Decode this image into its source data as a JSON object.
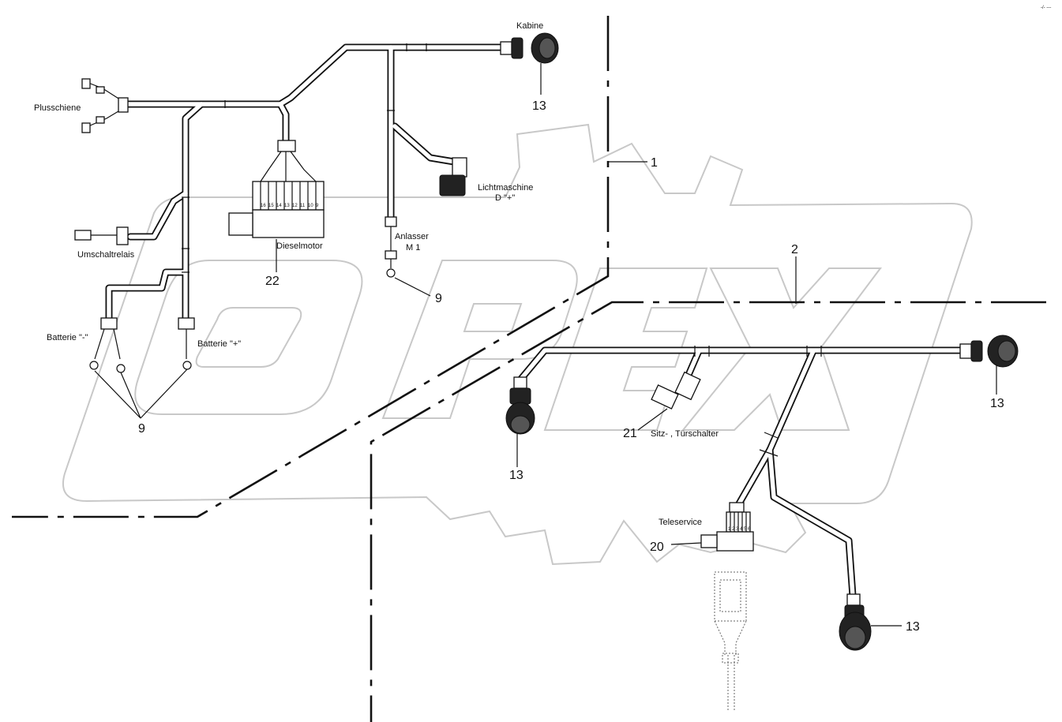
{
  "labels": {
    "kabine": "Kabine",
    "plusschiene": "Plusschiene",
    "lichtmaschine": "Lichtmaschine",
    "lichtmaschine_sub": "D \"+\"",
    "anlasser": "Anlasser",
    "anlasser_sub": "M 1",
    "dieselmotor": "Dieselmotor",
    "umschaltrelais": "Umschaltrelais",
    "batterie_minus": "Batterie \"-\"",
    "batterie_plus": "Batterie \"+\"",
    "sitz_tuerschalter": "Sitz- , Türschalter",
    "teleservice": "Teleservice"
  },
  "callouts": {
    "c1": "1",
    "c2": "2",
    "c9a": "9",
    "c9b": "9",
    "c13a": "13",
    "c13b": "13",
    "c13c": "13",
    "c13d": "13",
    "c20": "20",
    "c21": "21",
    "c22": "22"
  },
  "dieselmotor_pins": [
    "16",
    "15",
    "14",
    "13",
    "12",
    "11",
    "10",
    "9"
  ],
  "teleservice_pins": [
    "1",
    "2",
    "3",
    "4",
    "5",
    "6"
  ],
  "corner_mark": "-/- ---",
  "watermark": {
    "text": "OPEX",
    "color": "#c8c8c8"
  },
  "colors": {
    "line": "#111111",
    "background": "#ffffff"
  }
}
